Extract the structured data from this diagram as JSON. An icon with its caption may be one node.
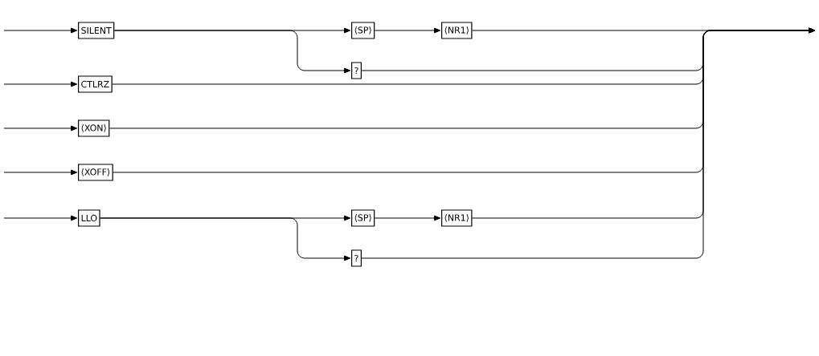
{
  "diagram": {
    "nodes": [
      {
        "text": [
          "SILENT"
        ]
      },
      {
        "text": [
          "⟨SP⟩"
        ]
      },
      {
        "text": [
          "⟨NR1⟩"
        ]
      },
      {
        "text": [
          "?"
        ]
      },
      {
        "text": [
          "CTLRZ"
        ]
      },
      {
        "text": [
          "⟨XON⟩"
        ]
      },
      {
        "text": [
          "⟨XOFF⟩"
        ]
      },
      {
        "text": [
          "LLO"
        ]
      },
      {
        "text": [
          "⟨SP⟩"
        ]
      },
      {
        "text": [
          "⟨NR1⟩"
        ]
      },
      {
        "text": [
          "?"
        ]
      }
    ],
    "edges": [
      {
        "from": null,
        "to": 0,
        "arrow": "to"
      },
      {
        "from": 0,
        "to": 1,
        "arrow": "to"
      },
      {
        "from": 0,
        "to": 3,
        "arrow": "to"
      },
      {
        "from": 1,
        "to": 2,
        "arrow": "to"
      },
      {
        "from": 2,
        "to": null,
        "arrow": "to"
      },
      {
        "from": 3,
        "to": null,
        "arrow": "to"
      },
      {
        "from": null,
        "to": 4,
        "arrow": "to"
      },
      {
        "from": 4,
        "to": null,
        "arrow": "to"
      },
      {
        "from": null,
        "to": 5,
        "arrow": "to"
      },
      {
        "from": 5,
        "to": null,
        "arrow": "to"
      },
      {
        "from": null,
        "to": 6,
        "arrow": "to"
      },
      {
        "from": 6,
        "to": null,
        "arrow": "to"
      },
      {
        "from": null,
        "to": 7,
        "arrow": "to"
      },
      {
        "from": 7,
        "to": 8,
        "arrow": "to"
      },
      {
        "from": 7,
        "to": 10,
        "arrow": "to"
      },
      {
        "from": 8,
        "to": 9,
        "arrow": "to"
      },
      {
        "from": 9,
        "to": null,
        "arrow": "to"
      },
      {
        "from": 10,
        "to": null,
        "arrow": "to"
      }
    ]
  }
}
